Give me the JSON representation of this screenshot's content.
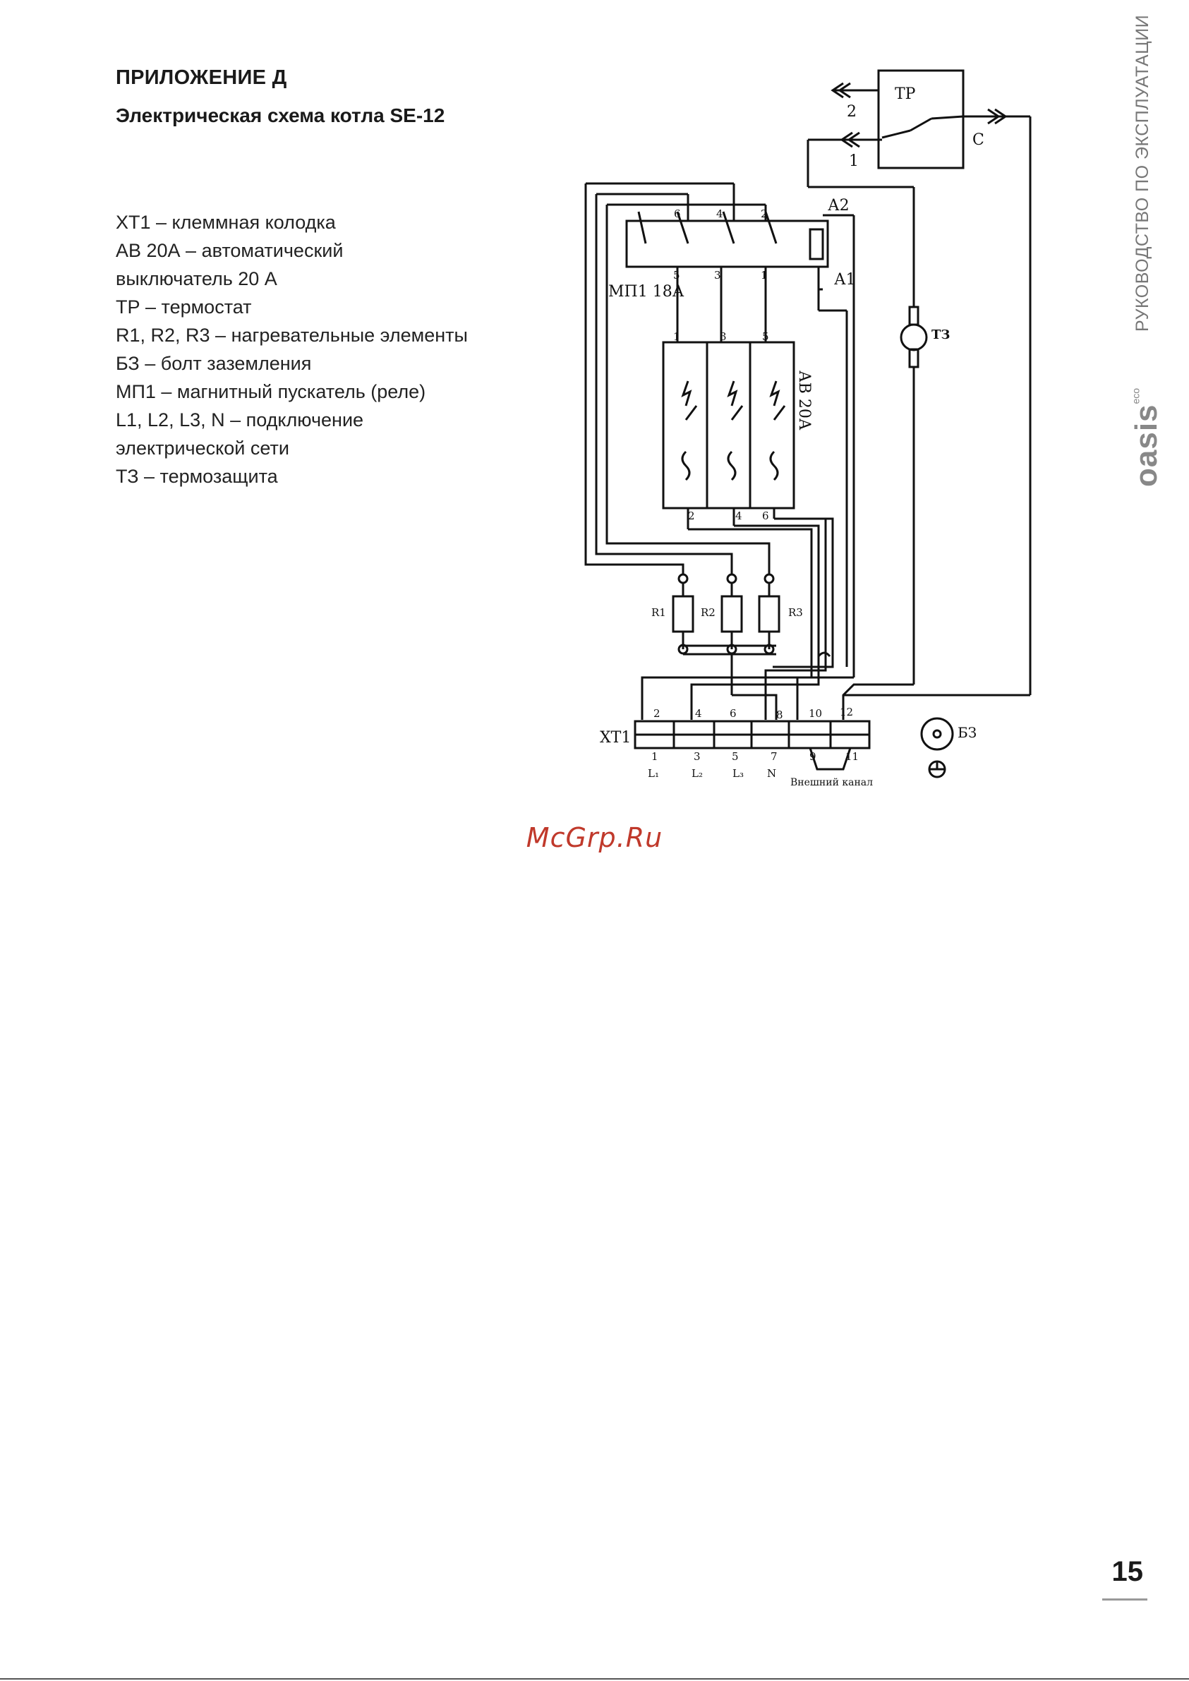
{
  "header": {
    "appendix": "ПРИЛОЖЕНИЕ Д",
    "title": "Электрическая схема котла SE-12"
  },
  "legend": [
    "ХТ1 – клеммная колодка",
    "АВ 20А – автоматический",
    "выключатель 20 А",
    "ТР – термостат",
    "R1, R2, R3 – нагревательные элементы",
    "БЗ – болт заземления",
    "МП1 – магнитный пускатель (реле)",
    "L1, L2, L3, N – подключение",
    "электрической сети",
    "ТЗ – термозащита"
  ],
  "side": {
    "caption": "РУКОВОДСТВО ПО ЭКСПЛУАТАЦИИ",
    "brand": "oasis",
    "brand_sup": "eco"
  },
  "diagram": {
    "thermostat": "ТР",
    "tr_out_2": "2",
    "tr_out_1": "1",
    "tr_common": "С",
    "contactor_label": "МП1 18А",
    "coil_a2": "А2",
    "coil_a1": "А1",
    "contactor_top": [
      "6",
      "4",
      "2"
    ],
    "contactor_bottom": [
      "5",
      "3",
      "1"
    ],
    "thermal_protection": "ТЗ",
    "breaker_label": "АВ 20А",
    "breaker_top": [
      "1",
      "3",
      "5"
    ],
    "breaker_bottom": [
      "2",
      "4",
      "6"
    ],
    "heaters": [
      "R1",
      "R2",
      "R3"
    ],
    "terminal_block": "ХТ1",
    "terminal_top": [
      "2",
      "4",
      "6",
      "8",
      "10",
      "12"
    ],
    "terminal_bottom": [
      "1",
      "3",
      "5",
      "7",
      "9",
      "11"
    ],
    "phase_labels": [
      "L₁",
      "L₂",
      "L₃",
      "N"
    ],
    "external_channel": "Внешний канал",
    "ground_bolt": "БЗ"
  },
  "watermark": "McGrp.Ru",
  "page_number": "15"
}
